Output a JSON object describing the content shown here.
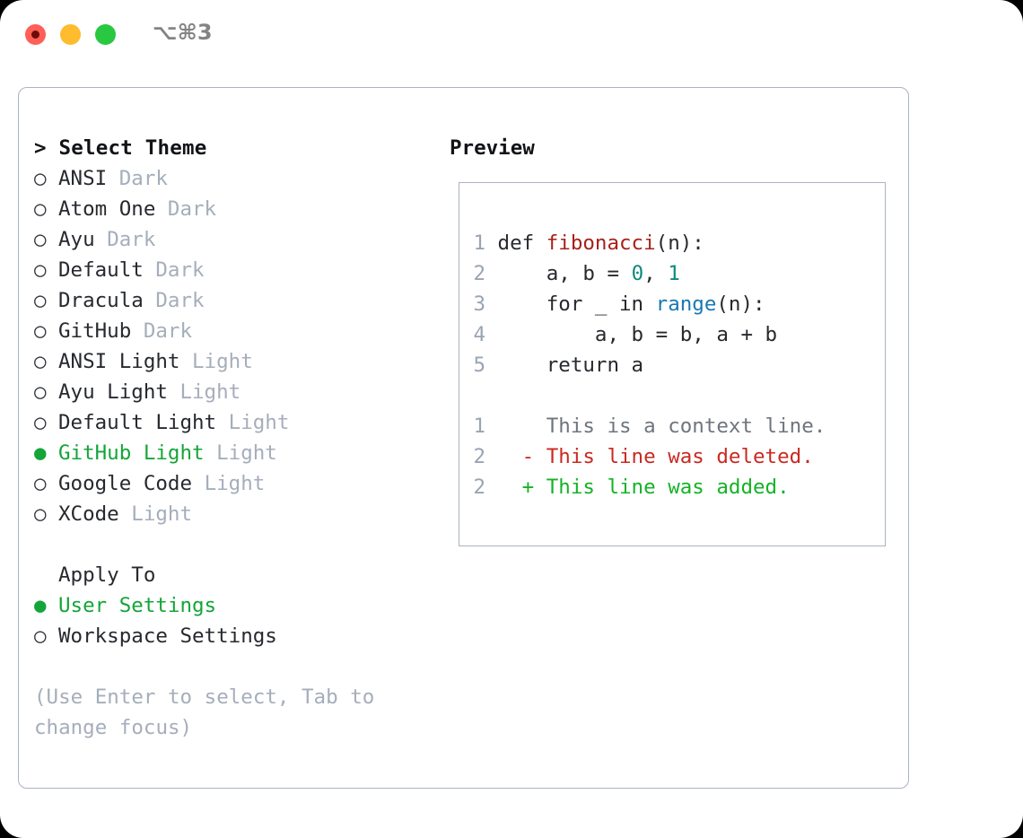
{
  "window": {
    "title": "⌥⌘3",
    "traffic_lights": [
      "close",
      "minimize",
      "maximize"
    ]
  },
  "left": {
    "header": "Select Theme",
    "header_prefix": "> ",
    "marker_unselected": "○ ",
    "marker_selected": "● ",
    "themes": [
      {
        "name": "ANSI",
        "tag": "Dark",
        "selected": false
      },
      {
        "name": "Atom One",
        "tag": "Dark",
        "selected": false
      },
      {
        "name": "Ayu",
        "tag": "Dark",
        "selected": false
      },
      {
        "name": "Default",
        "tag": "Dark",
        "selected": false
      },
      {
        "name": "Dracula",
        "tag": "Dark",
        "selected": false
      },
      {
        "name": "GitHub",
        "tag": "Dark",
        "selected": false
      },
      {
        "name": "ANSI Light",
        "tag": "Light",
        "selected": false
      },
      {
        "name": "Ayu Light",
        "tag": "Light",
        "selected": false
      },
      {
        "name": "Default Light",
        "tag": "Light",
        "selected": false
      },
      {
        "name": "GitHub Light",
        "tag": "Light",
        "selected": true
      },
      {
        "name": "Google Code",
        "tag": "Light",
        "selected": false
      },
      {
        "name": "XCode",
        "tag": "Light",
        "selected": false
      }
    ],
    "apply_to_header": "Apply To",
    "apply_to": [
      {
        "name": "User Settings",
        "selected": true
      },
      {
        "name": "Workspace Settings",
        "selected": false
      }
    ],
    "hint": "(Use Enter to select, Tab to change focus)"
  },
  "right": {
    "preview_label": "Preview",
    "code_lines": [
      {
        "no": "1",
        "tokens": [
          {
            "t": "def ",
            "c": "plain"
          },
          {
            "t": "fibonacci",
            "c": "fn"
          },
          {
            "t": "(n):",
            "c": "plain"
          }
        ]
      },
      {
        "no": "2",
        "tokens": [
          {
            "t": "    a, b = ",
            "c": "plain"
          },
          {
            "t": "0",
            "c": "num"
          },
          {
            "t": ", ",
            "c": "plain"
          },
          {
            "t": "1",
            "c": "num"
          }
        ]
      },
      {
        "no": "3",
        "tokens": [
          {
            "t": "    for _ in ",
            "c": "plain"
          },
          {
            "t": "range",
            "c": "builtin"
          },
          {
            "t": "(n):",
            "c": "plain"
          }
        ]
      },
      {
        "no": "4",
        "tokens": [
          {
            "t": "        a, b = b, a + b",
            "c": "plain"
          }
        ]
      },
      {
        "no": "5",
        "tokens": [
          {
            "t": "    return a",
            "c": "plain"
          }
        ]
      }
    ],
    "diff_lines": [
      {
        "no": "1",
        "sign": "  ",
        "text": "This is a context line.",
        "kind": "ctx"
      },
      {
        "no": "2",
        "sign": "- ",
        "text": "This line was deleted.",
        "kind": "del"
      },
      {
        "no": "2",
        "sign": "+ ",
        "text": "This line was added.",
        "kind": "add"
      }
    ]
  },
  "colors": {
    "accent_green": "#13a538",
    "muted": "#a5aebb",
    "border": "#aab4c0",
    "fn_red": "#a8201a",
    "num_teal": "#0b8a80",
    "builtin_blue": "#1878b4",
    "diff_del": "#c92a21",
    "diff_add": "#14b326"
  }
}
